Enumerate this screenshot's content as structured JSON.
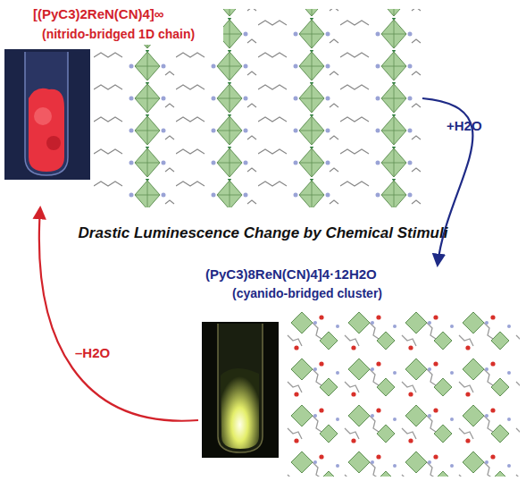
{
  "diagram": {
    "nodes": [
      {
        "text": [
          "[(PyC3)2ReN(CN)4]∞",
          "(nitrido-bridged 1D chain)"
        ]
      },
      {
        "text": [
          "(PyC3)8ReN(CN)4]4·12H2O",
          "(cyanido-bridged cluster)"
        ]
      }
    ],
    "edges": [
      {
        "from": 0,
        "to": 1,
        "label": "+H2O",
        "arrow": "to"
      },
      {
        "from": 1,
        "to": 0,
        "label": "–H2O",
        "arrow": "to"
      }
    ],
    "labels": [
      "Drastic Luminescence Change by Chemical Stimuli"
    ]
  }
}
